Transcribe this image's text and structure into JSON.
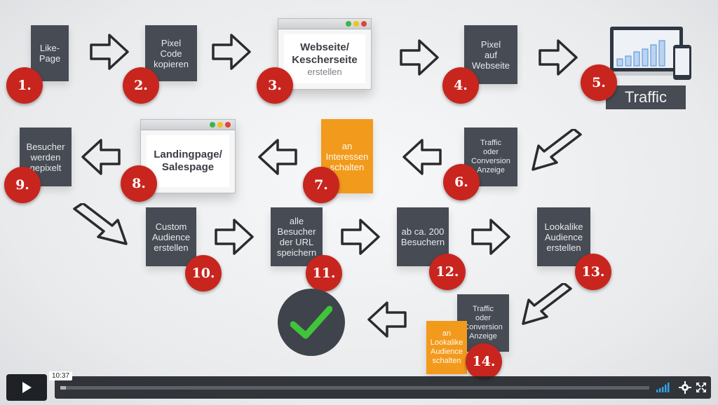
{
  "colors": {
    "card": "#464b54",
    "orange": "#f29a1c",
    "badge": "#c8251e",
    "check": "#3fc43a"
  },
  "steps": {
    "s1": {
      "card": "Like-\nPage",
      "num": "1."
    },
    "s2": {
      "card": "Pixel\nCode\nkopieren",
      "num": "2."
    },
    "s3": {
      "t1": "Webseite/\nKescherseite",
      "t2": "erstellen",
      "num": "3."
    },
    "s4": {
      "card": "Pixel\nauf\nWebseite",
      "num": "4."
    },
    "s5": {
      "label": "Traffic",
      "num": "5."
    },
    "s6": {
      "card": "Traffic\noder\nConversion\nAnzeige",
      "num": "6."
    },
    "s7": {
      "card": "an\nInteressen\nschalten",
      "num": "7."
    },
    "s8": {
      "t1": "Landingpage/\nSalespage",
      "num": "8."
    },
    "s9": {
      "card": "Besucher\nwerden\ngepixelt",
      "num": "9."
    },
    "s10": {
      "card": "Custom\nAudience\nerstellen",
      "num": "10."
    },
    "s11": {
      "card": "alle\nBesucher\nder URL\nspeichern",
      "num": "11."
    },
    "s12": {
      "card": "ab ca. 200\nBesuchern",
      "num": "12."
    },
    "s13": {
      "card": "Lookalike\nAudience\nerstellen",
      "num": "13."
    },
    "s14a": {
      "card": "Traffic\noder\nConversion\nAnzeige"
    },
    "s14b": {
      "card": "an\nLookalike\nAudience\nschalten",
      "num": "14."
    }
  },
  "player": {
    "time": "10:37",
    "progress": 0.01
  }
}
